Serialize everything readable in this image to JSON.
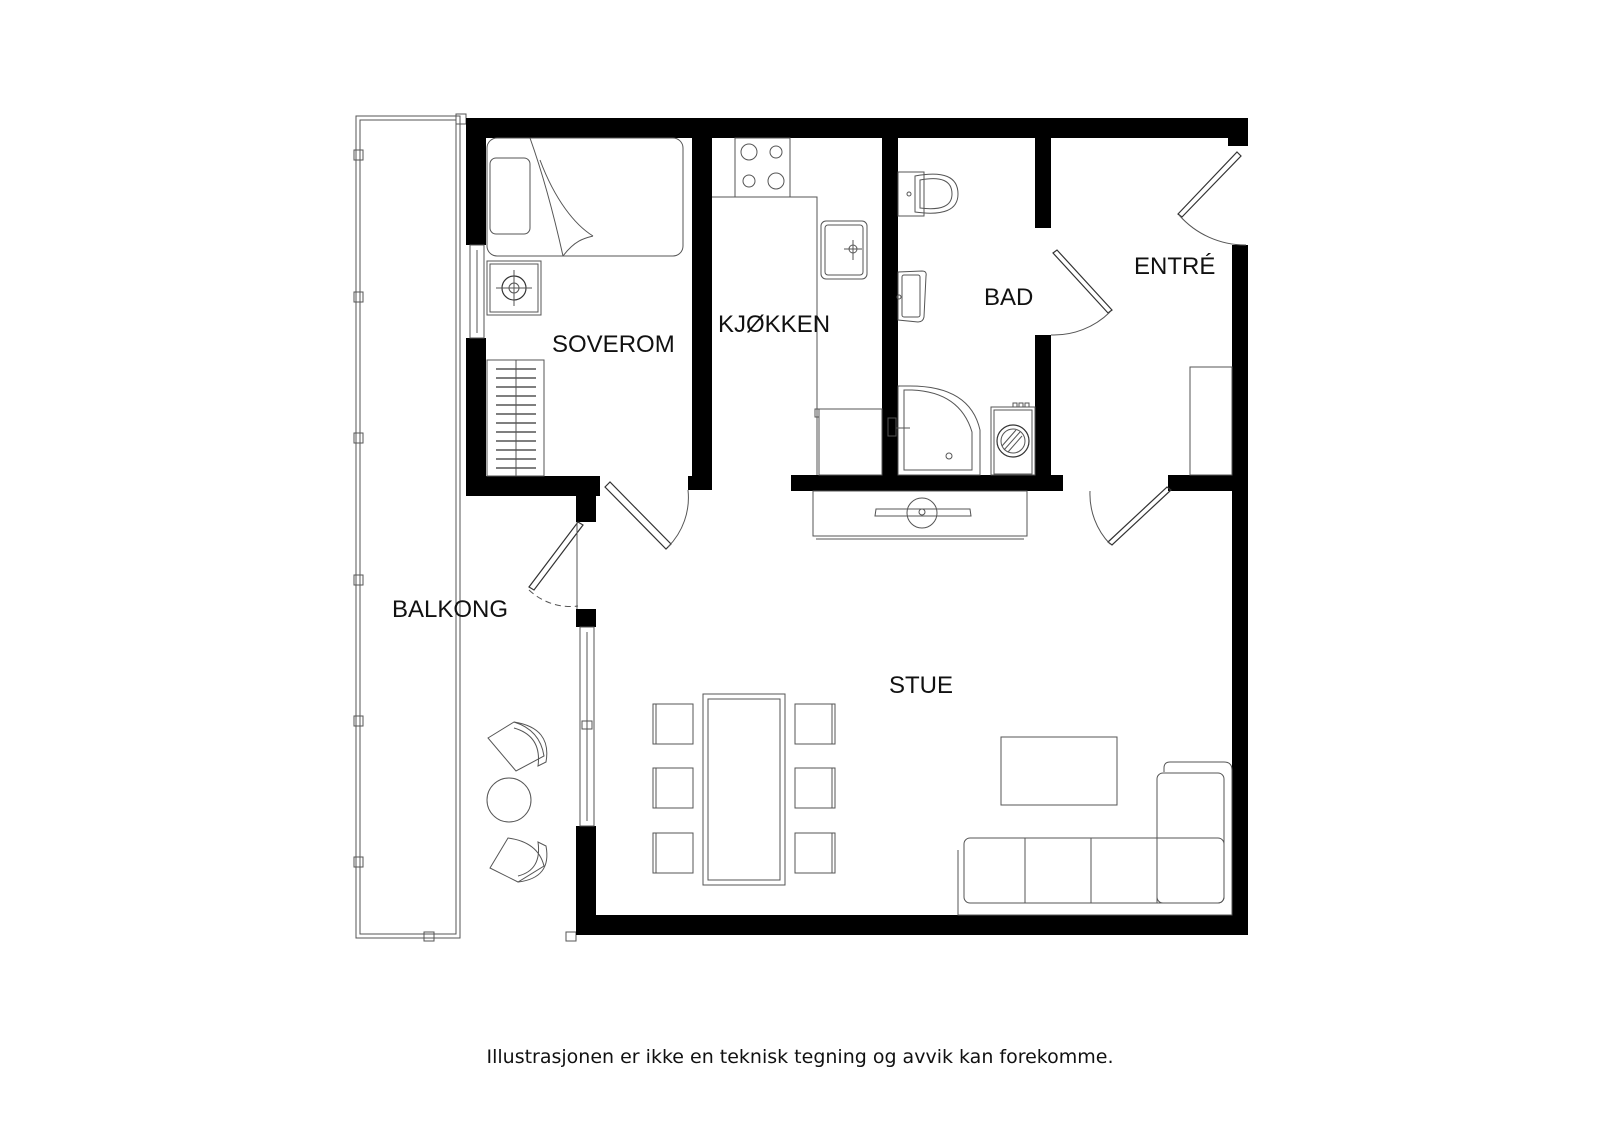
{
  "floor_plan": {
    "rooms": [
      {
        "id": "soverom",
        "label": "SOVEROM"
      },
      {
        "id": "kjokken",
        "label": "KJØKKEN"
      },
      {
        "id": "bad",
        "label": "BAD"
      },
      {
        "id": "entre",
        "label": "ENTRÉ"
      },
      {
        "id": "balkong",
        "label": "BALKONG"
      },
      {
        "id": "stue",
        "label": "STUE"
      }
    ],
    "furniture": {
      "soverom": [
        "bed",
        "pillow",
        "nightstand-lamp",
        "wardrobe"
      ],
      "kjokken": [
        "cooktop-4-burners",
        "counter",
        "kitchen-sink",
        "fridge"
      ],
      "bad": [
        "toilet",
        "washbasin",
        "corner-shower",
        "washing-machine"
      ],
      "entre": [
        "closet"
      ],
      "stue": [
        "dining-table",
        "dining-chairs-6",
        "coffee-table",
        "corner-sofa",
        "sideboard-with-sink"
      ],
      "balkong": [
        "round-table",
        "chairs-2"
      ]
    }
  },
  "footer": {
    "disclaimer": "Illustrasjonen er ikke en teknisk tegning og avvik kan forekomme."
  },
  "colors": {
    "wall": "#000000",
    "line": "#555555",
    "background": "#ffffff"
  }
}
